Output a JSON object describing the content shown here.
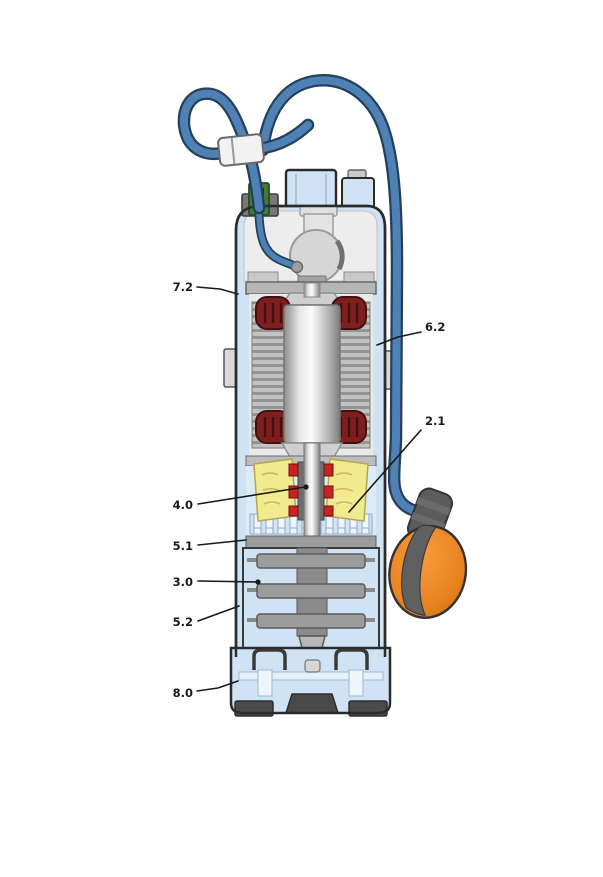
{
  "diagram": {
    "subject": "submersible-multistage-pump-cutaway",
    "background_color": "#ffffff",
    "callouts": [
      {
        "label": "7.2"
      },
      {
        "label": "6.2"
      },
      {
        "label": "2.1"
      },
      {
        "label": "4.0"
      },
      {
        "label": "5.1"
      },
      {
        "label": "3.0"
      },
      {
        "label": "5.2"
      },
      {
        "label": "8.0"
      }
    ],
    "colors": {
      "casing_blue": "#cfe3f4",
      "interior_gray": "#ededed",
      "cable_blue": "#4f81b5",
      "cable_outline": "#24415c",
      "winding_red": "#7e1f1f",
      "seal_red": "#c92222",
      "oil_yellow": "#f1ea8e",
      "float_orange": "#e8821f",
      "gland_green": "#3f7d33",
      "metal_gray": "#9a9a9a",
      "outline_dark": "#2b2b2b",
      "label_color": "#1a1a1a"
    }
  }
}
